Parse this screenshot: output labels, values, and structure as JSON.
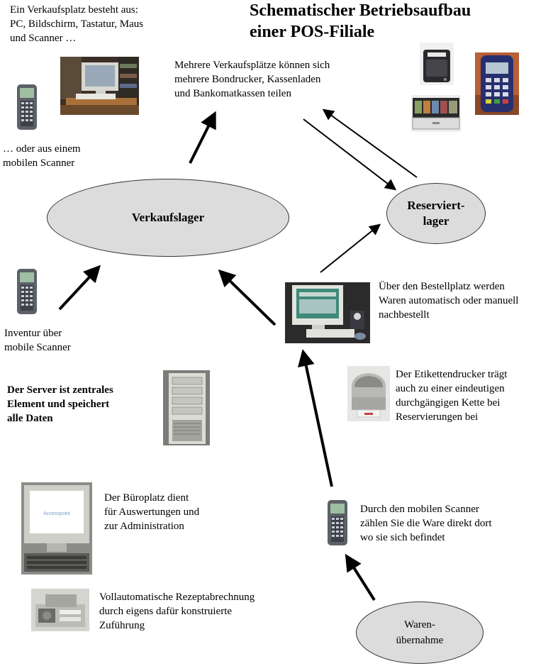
{
  "title": "Schematischer Betriebsaufbau\neiner POS-Filiale",
  "texts": {
    "verkaufsplatz": "Ein Verkaufsplatz besteht aus:\nPC, Bildschirm, Tastatur, Maus\nund Scanner …",
    "mobiler_scanner": "… oder aus einem\nmobilen Scanner",
    "mehrere": "Mehrere Verkaufsplätze können sich\nmehrere Bondrucker, Kassenladen\nund Bankomatkassen teilen",
    "bestellplatz": "Über den Bestellplatz werden\nWaren automatisch oder manuell\nnachbestellt",
    "inventur": "Inventur über\nmobile Scanner",
    "server": "Der Server ist zentrales\nElement und speichert\nalle Daten",
    "etikett": "Der Etikettendrucker trägt\nauch  zu einer eindeutigen\ndurchgängigen Kette bei\nReservierungen bei",
    "buero": "Der Büroplatz dient\nfür Auswertungen und\nzur Administration",
    "scanner_zaehlen": "Durch den mobilen Scanner\nzählen Sie die Ware direkt dort\nwo sie sich befindet",
    "rezept": "Vollautomatische Rezeptabrechnung\ndurch eigens dafür konstruierte\nZuführung"
  },
  "nodes": {
    "verkaufslager": "Verkaufslager",
    "reserviertlager": "Reserviert-\nlager",
    "warenuebernahme": "Waren-\nübernahme"
  },
  "monitor_brand": "Accesspoint"
}
